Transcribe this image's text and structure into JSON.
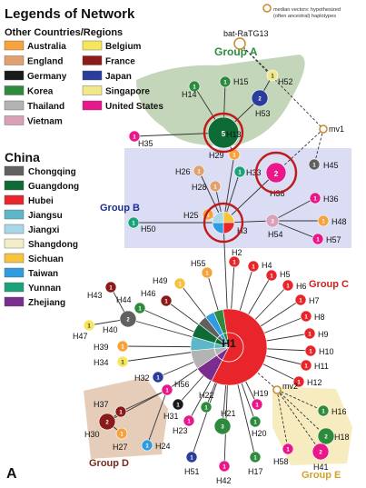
{
  "legend": {
    "title": "Legends of Network",
    "other_heading": "Other Countries/Regions",
    "other": [
      {
        "label": "Australia",
        "color": "#f7a23c"
      },
      {
        "label": "Belgium",
        "color": "#f5e65c"
      },
      {
        "label": "England",
        "color": "#e0a070"
      },
      {
        "label": "France",
        "color": "#8b1a1a"
      },
      {
        "label": "Germany",
        "color": "#1a1a1a"
      },
      {
        "label": "Japan",
        "color": "#2a3c9c"
      },
      {
        "label": "Korea",
        "color": "#2e8b3e"
      },
      {
        "label": "Singapore",
        "color": "#f2e88a"
      },
      {
        "label": "Thailand",
        "color": "#b3b3b3"
      },
      {
        "label": "United States",
        "color": "#e8178a"
      },
      {
        "label": "Vietnam",
        "color": "#d9a0b8"
      }
    ],
    "china_heading": "China",
    "china": [
      {
        "label": "Chongqing",
        "color": "#606060"
      },
      {
        "label": "Guangdong",
        "color": "#0f6b35"
      },
      {
        "label": "Hubei",
        "color": "#e8252a"
      },
      {
        "label": "Jiangsu",
        "color": "#5cb8c8"
      },
      {
        "label": "Jiangxi",
        "color": "#a8d8e8"
      },
      {
        "label": "Shangdong",
        "color": "#f4eec8"
      },
      {
        "label": "Sichuan",
        "color": "#f7c23c"
      },
      {
        "label": "Taiwan",
        "color": "#2f9be0"
      },
      {
        "label": "Yunnan",
        "color": "#19a37a"
      },
      {
        "label": "Zhejiang",
        "color": "#7b2c8f"
      }
    ],
    "median_note": "median vectors: hypothesized (often ancestral) haplotypes"
  },
  "groups": {
    "a": "Group A",
    "b": "Group B",
    "c": "Group C",
    "d": "Group D",
    "e": "Group E"
  },
  "panel_letter": "A",
  "colors": {
    "edge": "#333333",
    "highlight_ring": "#c01a1a",
    "group_a_fill": "#b9cfae",
    "group_b_fill": "#d6d9f2",
    "group_d_fill": "#e2c4ae",
    "group_e_fill": "#f6e9b4",
    "group_a_text": "#2e8b3e",
    "group_b_text": "#1d2e8f",
    "group_c_text": "#d02020",
    "group_d_text": "#7a2a1a",
    "group_e_text": "#d4a02a"
  },
  "nodes": [
    {
      "id": "root",
      "label": "bat-RaTG13",
      "color": "#ffffff",
      "count": "",
      "median": true
    },
    {
      "id": "H15",
      "label": "H15",
      "color": "#2e8b3e",
      "count": "1"
    },
    {
      "id": "H52",
      "label": "H52",
      "color": "#f2e88a",
      "count": "1"
    },
    {
      "id": "H53",
      "label": "H53",
      "color": "#2a3c9c",
      "count": "2"
    },
    {
      "id": "H14",
      "label": "H14",
      "color": "#2e8b3e",
      "count": "1"
    },
    {
      "id": "H13",
      "label": "H13",
      "color": "#0f6b35",
      "count": "5"
    },
    {
      "id": "H35",
      "label": "H35",
      "color": "#e8178a",
      "count": "1"
    },
    {
      "id": "mv1",
      "label": "mv1",
      "color": "#ffffff",
      "count": "",
      "median": true
    },
    {
      "id": "H29",
      "label": "H29",
      "color": "#f7a23c",
      "count": "1"
    },
    {
      "id": "H26",
      "label": "H26",
      "color": "#e0a070",
      "count": "1"
    },
    {
      "id": "H33",
      "label": "H33",
      "color": "#19a37a",
      "count": "1"
    },
    {
      "id": "H28",
      "label": "H28",
      "color": "#e0a070",
      "count": "1"
    },
    {
      "id": "H45",
      "label": "H45",
      "color": "#606060",
      "count": "1"
    },
    {
      "id": "H38",
      "label": "H38",
      "color": "#e8178a",
      "count": "2"
    },
    {
      "id": "H25",
      "label": "H25",
      "color": "#f7a23c",
      "count": "1"
    },
    {
      "id": "H36",
      "label": "H36",
      "color": "#e8178a",
      "count": "1"
    },
    {
      "id": "H50",
      "label": "H50",
      "color": "#19a37a",
      "count": "1"
    },
    {
      "id": "H3",
      "label": "H3",
      "color": "#f7c23c",
      "count": "",
      "pie": true
    },
    {
      "id": "H54",
      "label": "H54",
      "color": "#d9a0b8",
      "count": "3"
    },
    {
      "id": "H48",
      "label": "H48",
      "color": "#f7a23c",
      "count": "1"
    },
    {
      "id": "H57",
      "label": "H57",
      "color": "#e8178a",
      "count": "1"
    },
    {
      "id": "H2",
      "label": "H2",
      "color": "#e8252a",
      "count": "1"
    },
    {
      "id": "H55",
      "label": "H55",
      "color": "#f7a23c",
      "count": "1"
    },
    {
      "id": "H4",
      "label": "H4",
      "color": "#e8252a",
      "count": "1"
    },
    {
      "id": "H5",
      "label": "H5",
      "color": "#e8252a",
      "count": "1"
    },
    {
      "id": "H49",
      "label": "H49",
      "color": "#f7c23c",
      "count": "1"
    },
    {
      "id": "H46",
      "label": "H46",
      "color": "#8b1a1a",
      "count": "1"
    },
    {
      "id": "H6",
      "label": "H6",
      "color": "#e8252a",
      "count": "1"
    },
    {
      "id": "H7",
      "label": "H7",
      "color": "#e8252a",
      "count": "1"
    },
    {
      "id": "H43",
      "label": "H43",
      "color": "#8b1a1a",
      "count": "1"
    },
    {
      "id": "H44",
      "label": "H44",
      "color": "#2e8b3e",
      "count": "1"
    },
    {
      "id": "H8",
      "label": "H8",
      "color": "#e8252a",
      "count": "1"
    },
    {
      "id": "H9",
      "label": "H9",
      "color": "#e8252a",
      "count": "1"
    },
    {
      "id": "H40",
      "label": "H40",
      "color": "#606060",
      "count": "2"
    },
    {
      "id": "H47",
      "label": "H47",
      "color": "#f5e65c",
      "count": "1"
    },
    {
      "id": "H10",
      "label": "H10",
      "color": "#e8252a",
      "count": "1"
    },
    {
      "id": "H39",
      "label": "H39",
      "color": "#f7a23c",
      "count": "1"
    },
    {
      "id": "H34",
      "label": "H34",
      "color": "#f5e65c",
      "count": "1"
    },
    {
      "id": "H11",
      "label": "H11",
      "color": "#e8252a",
      "count": "1"
    },
    {
      "id": "H1",
      "label": "H1",
      "color": "#e8252a",
      "count": "",
      "hub": true
    },
    {
      "id": "H32",
      "label": "H32",
      "color": "#2a3c9c",
      "count": "1"
    },
    {
      "id": "H12",
      "label": "H12",
      "color": "#e8252a",
      "count": "1"
    },
    {
      "id": "H56",
      "label": "H56",
      "color": "#e8178a",
      "count": "1"
    },
    {
      "id": "mv2",
      "label": "mv2",
      "color": "#ffffff",
      "count": "",
      "median": true
    },
    {
      "id": "H37",
      "label": "H37",
      "color": "#8b1a1a",
      "count": "1"
    },
    {
      "id": "H31",
      "label": "H31",
      "color": "#1a1a1a",
      "count": "1"
    },
    {
      "id": "H22",
      "label": "H22",
      "color": "#2e8b3e",
      "count": "1"
    },
    {
      "id": "H19",
      "label": "H19",
      "color": "#e8178a",
      "count": "1"
    },
    {
      "id": "H16",
      "label": "H16",
      "color": "#2e8b3e",
      "count": "1"
    },
    {
      "id": "H30",
      "label": "H30",
      "color": "#8b1a1a",
      "count": "2"
    },
    {
      "id": "H23",
      "label": "H23",
      "color": "#e8178a",
      "count": "1"
    },
    {
      "id": "H21",
      "label": "H21",
      "color": "#2e8b3e",
      "count": "3"
    },
    {
      "id": "H20",
      "label": "H20",
      "color": "#2e8b3e",
      "count": "1"
    },
    {
      "id": "H18",
      "label": "H18",
      "color": "#2e8b3e",
      "count": "2"
    },
    {
      "id": "H27",
      "label": "H27",
      "color": "#f7a23c",
      "count": "1"
    },
    {
      "id": "H24",
      "label": "H24",
      "color": "#2f9be0",
      "count": "1"
    },
    {
      "id": "H58",
      "label": "H58",
      "color": "#e8178a",
      "count": "1"
    },
    {
      "id": "H41",
      "label": "H41",
      "color": "#e8178a",
      "count": "2"
    },
    {
      "id": "H51",
      "label": "H51",
      "color": "#2a3c9c",
      "count": "1"
    },
    {
      "id": "H42",
      "label": "H42",
      "color": "#e8178a",
      "count": "1"
    },
    {
      "id": "H17",
      "label": "H17",
      "color": "#2e8b3e",
      "count": "1"
    }
  ],
  "h1": {
    "center_label": "H1",
    "segments": [
      {
        "label": "Hubei",
        "color": "#e8252a",
        "value": 60
      },
      {
        "label": "Zhejiang",
        "color": "#7b2c8f",
        "value": 8
      },
      {
        "label": "Thailand",
        "color": "#b3b3b3",
        "value": 8
      },
      {
        "label": "Jiangsu",
        "color": "#5cb8c8",
        "value": 6
      },
      {
        "label": "Guangdong",
        "color": "#0f6b35",
        "value": 6
      },
      {
        "label": "Chongqing",
        "color": "#606060",
        "value": 4
      },
      {
        "label": "Taiwan",
        "color": "#2f9be0",
        "value": 4
      },
      {
        "label": "Korea",
        "color": "#2e8b3e",
        "value": 4
      }
    ]
  },
  "h3": {
    "segments": [
      {
        "label": "Sichuan",
        "color": "#f7c23c",
        "value": 25
      },
      {
        "label": "Hubei",
        "color": "#e8252a",
        "value": 25
      },
      {
        "label": "Taiwan",
        "color": "#2f9be0",
        "value": 25
      },
      {
        "label": "Jiangxi",
        "color": "#a8d8e8",
        "value": 25
      }
    ]
  },
  "edges": [
    [
      "root",
      "H52"
    ],
    [
      "root",
      "mv1"
    ],
    [
      "H52",
      "H53"
    ],
    [
      "H15",
      "H13"
    ],
    [
      "H14",
      "H13"
    ],
    [
      "H53",
      "H13"
    ],
    [
      "H13",
      "H35"
    ],
    [
      "H13",
      "H29"
    ],
    [
      "mv1",
      "H38"
    ],
    [
      "mv1",
      "H45"
    ],
    [
      "H29",
      "H3"
    ],
    [
      "H26",
      "H3"
    ],
    [
      "H33",
      "H3"
    ],
    [
      "H28",
      "H3"
    ],
    [
      "H38",
      "H3"
    ],
    [
      "H25",
      "H3"
    ],
    [
      "H50",
      "H3"
    ],
    [
      "H54",
      "H3"
    ],
    [
      "H54",
      "H36"
    ],
    [
      "H54",
      "H48"
    ],
    [
      "H54",
      "H57"
    ],
    [
      "H3",
      "H1"
    ],
    [
      "H2",
      "H1"
    ],
    [
      "H55",
      "H1"
    ],
    [
      "H4",
      "H1"
    ],
    [
      "H5",
      "H1"
    ],
    [
      "H49",
      "H1"
    ],
    [
      "H46",
      "H1"
    ],
    [
      "H6",
      "H1"
    ],
    [
      "H7",
      "H1"
    ],
    [
      "H44",
      "H1"
    ],
    [
      "H8",
      "H1"
    ],
    [
      "H9",
      "H1"
    ],
    [
      "H40",
      "H1"
    ],
    [
      "H10",
      "H1"
    ],
    [
      "H39",
      "H1"
    ],
    [
      "H34",
      "H1"
    ],
    [
      "H11",
      "H1"
    ],
    [
      "H32",
      "H1"
    ],
    [
      "H12",
      "H1"
    ],
    [
      "H56",
      "H1"
    ],
    [
      "mv2",
      "H1"
    ],
    [
      "H31",
      "H1"
    ],
    [
      "H22",
      "H1"
    ],
    [
      "H19",
      "H1"
    ],
    [
      "H23",
      "H1"
    ],
    [
      "H21",
      "H1"
    ],
    [
      "H20",
      "H1"
    ],
    [
      "H51",
      "H1"
    ],
    [
      "H42",
      "H1"
    ],
    [
      "H17",
      "H1"
    ],
    [
      "H43",
      "H40"
    ],
    [
      "H47",
      "H40"
    ],
    [
      "mv2",
      "H16"
    ],
    [
      "mv2",
      "H18"
    ],
    [
      "mv2",
      "H58"
    ],
    [
      "mv2",
      "H41"
    ],
    [
      "H37",
      "H30"
    ],
    [
      "H30",
      "H56"
    ],
    [
      "H27",
      "H30"
    ],
    [
      "H24",
      "H56"
    ],
    [
      "H37",
      "H56"
    ]
  ]
}
